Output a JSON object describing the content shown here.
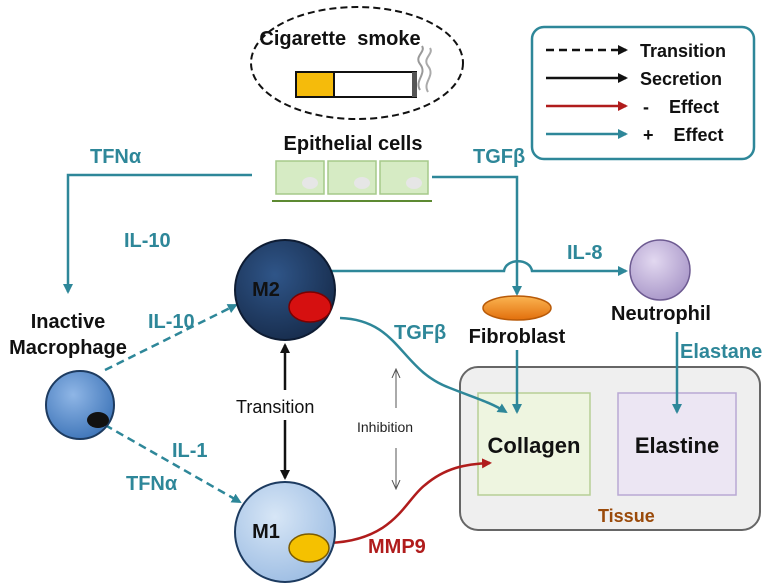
{
  "colors": {
    "teal": "#2e8799",
    "red": "#b01c1c",
    "black": "#111111",
    "tissue_bg": "#efefef",
    "collagen_bg": "#eef5e0",
    "elastine_bg": "#ece6f3",
    "epithelial": "#d6ebc4",
    "m2_fill": "#1f3d66",
    "m1_fill": "#b4cde9",
    "macrophage_fill": "#4d86c8",
    "neutrophil_fill": "#c5b6dc",
    "fibroblast_fill": "#f08a1c",
    "tissue_label": "#9a4a0a"
  },
  "legend": {
    "items": [
      {
        "label": "Transition",
        "style": "dashed-black"
      },
      {
        "label": "Secretion",
        "style": "solid-black"
      },
      {
        "label": "-    Effect",
        "style": "red"
      },
      {
        "label": "+    Effect",
        "style": "teal"
      }
    ]
  },
  "nodes": {
    "cigarette": "Cigarette  smoke",
    "epithelial": "Epithelial cells",
    "inactive_macrophage_line1": "Inactive",
    "inactive_macrophage_line2": "Macrophage",
    "m2": "M2",
    "m1": "M1",
    "fibroblast": "Fibroblast",
    "neutrophil": "Neutrophil",
    "collagen": "Collagen",
    "elastine": "Elastine",
    "tissue": "Tissue"
  },
  "edge_labels": {
    "tfna_top": "TFNα",
    "tgfb_top": "TGFβ",
    "il10_left": "IL-10",
    "il10_mid": "IL-10",
    "il8": "IL-8",
    "tgfb_m2": "TGFβ",
    "elastane": "Elastane",
    "transition": "Transition",
    "inhibition": "Inhibition",
    "il1": "IL-1",
    "tfna_bottom": "TFNα",
    "mmp9": "MMP9"
  }
}
